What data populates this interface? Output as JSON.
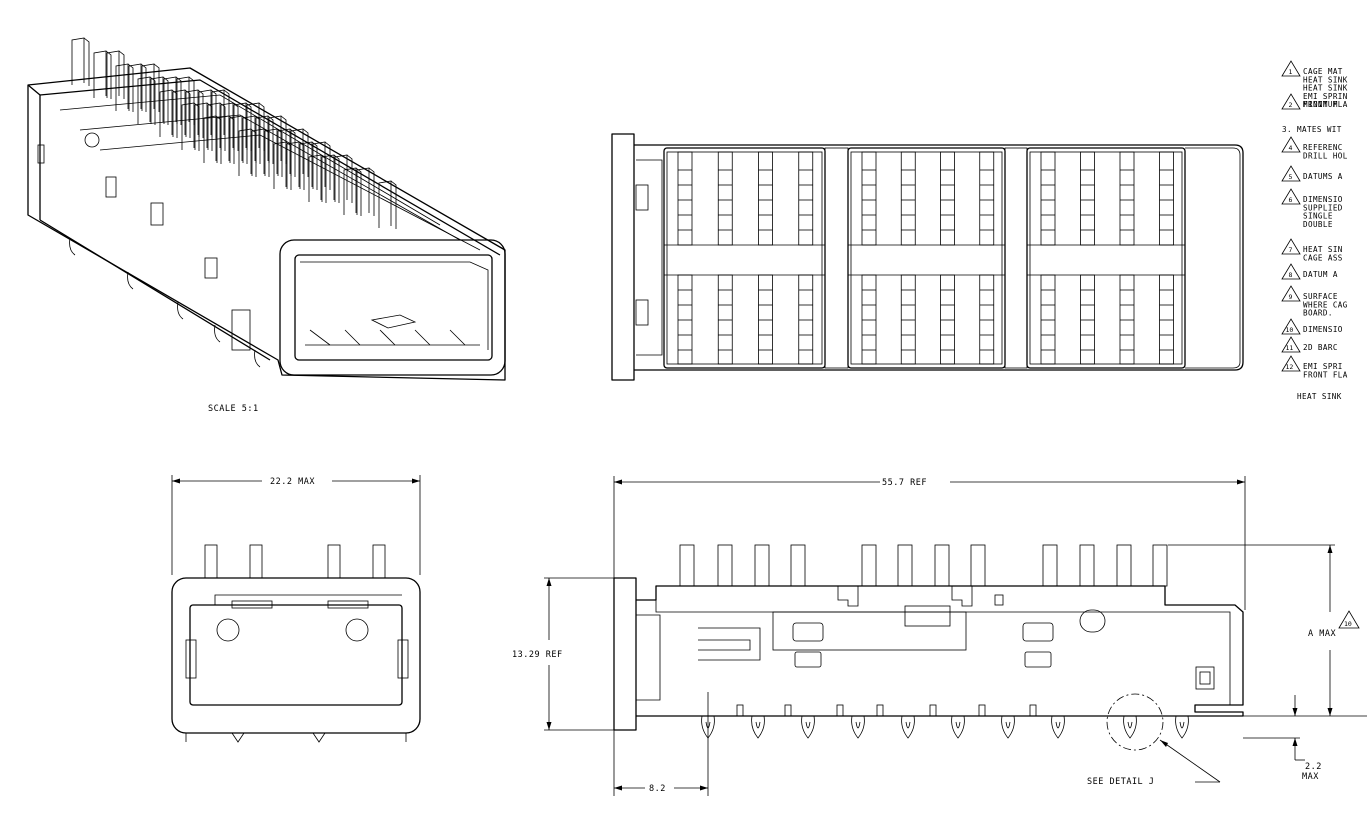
{
  "iso_view": {
    "scale_label": "SCALE  5:1"
  },
  "front_view": {
    "width_dim": "22.2 MAX"
  },
  "side_view": {
    "length_dim": "55.7 REF",
    "height_dim": "13.29 REF",
    "offset_dim": "8.2",
    "a_max_label": "A MAX",
    "a_max_note": "10",
    "standoff_dim_1": "2.2",
    "standoff_dim_2": "MAX",
    "detail_callout": "SEE DETAIL  J"
  },
  "notes": [
    {
      "num": "1",
      "flag": true,
      "lines": [
        "CAGE MAT",
        "HEAT SINK",
        "HEAT SINK",
        "EMI SPRIN",
        "FRONT FLA"
      ]
    },
    {
      "num": "2",
      "flag": true,
      "lines": [
        "MINIMUM"
      ]
    },
    {
      "num": "3.",
      "flag": false,
      "lines": [
        "MATES WIT"
      ]
    },
    {
      "num": "4",
      "flag": true,
      "lines": [
        "REFERENC",
        "DRILL HOL"
      ]
    },
    {
      "num": "5",
      "flag": true,
      "lines": [
        "DATUMS A"
      ]
    },
    {
      "num": "6",
      "flag": true,
      "lines": [
        "DIMENSIO",
        "SUPPLIED",
        "  SINGLE",
        "  DOUBLE"
      ]
    },
    {
      "num": "7",
      "flag": true,
      "lines": [
        "HEAT SIN",
        "CAGE ASS"
      ]
    },
    {
      "num": "8",
      "flag": true,
      "lines": [
        "DATUM A"
      ]
    },
    {
      "num": "9",
      "flag": true,
      "lines": [
        "SURFACE",
        "WHERE CAG",
        "BOARD."
      ]
    },
    {
      "num": "10",
      "flag": true,
      "lines": [
        "DIMENSIO"
      ]
    },
    {
      "num": "11",
      "flag": true,
      "lines": [
        " 2D BARC"
      ]
    },
    {
      "num": "12",
      "flag": true,
      "lines": [
        "EMI SPRI",
        "FRONT FLA"
      ]
    },
    {
      "num": "",
      "flag": false,
      "lines": [
        "HEAT SINK"
      ]
    }
  ]
}
